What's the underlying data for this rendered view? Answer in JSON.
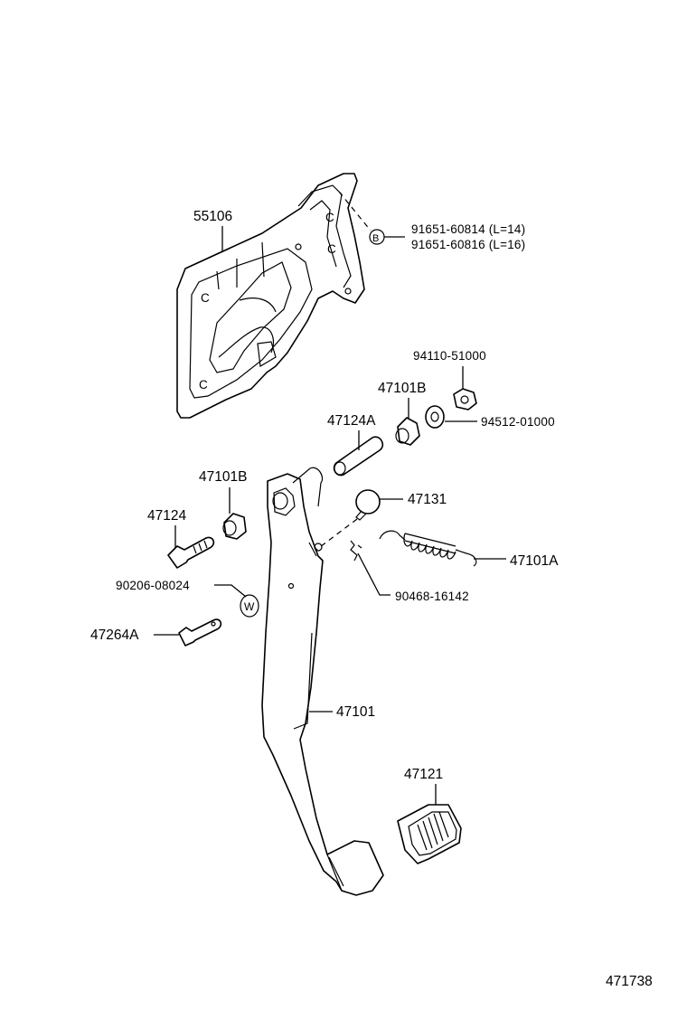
{
  "diagram": {
    "figure_number": "471738",
    "parts": {
      "bracket": "55106",
      "bolt_l14": "91651-60814 (L=14)",
      "bolt_l16": "91651-60816 (L=16)",
      "bolt_marker": "B",
      "nut": "94110-51000",
      "washer": "94512-01000",
      "bushing_upper": "47101B",
      "collar": "47124A",
      "bushing_left": "47101B",
      "shaft_bolt": "47124",
      "stopper": "47131",
      "spring": "47101A",
      "washer_left": "90206-08024",
      "washer_marker": "W",
      "clip": "90468-16142",
      "pin": "47264A",
      "pedal_arm": "47101",
      "pedal_pad": "47121"
    }
  }
}
